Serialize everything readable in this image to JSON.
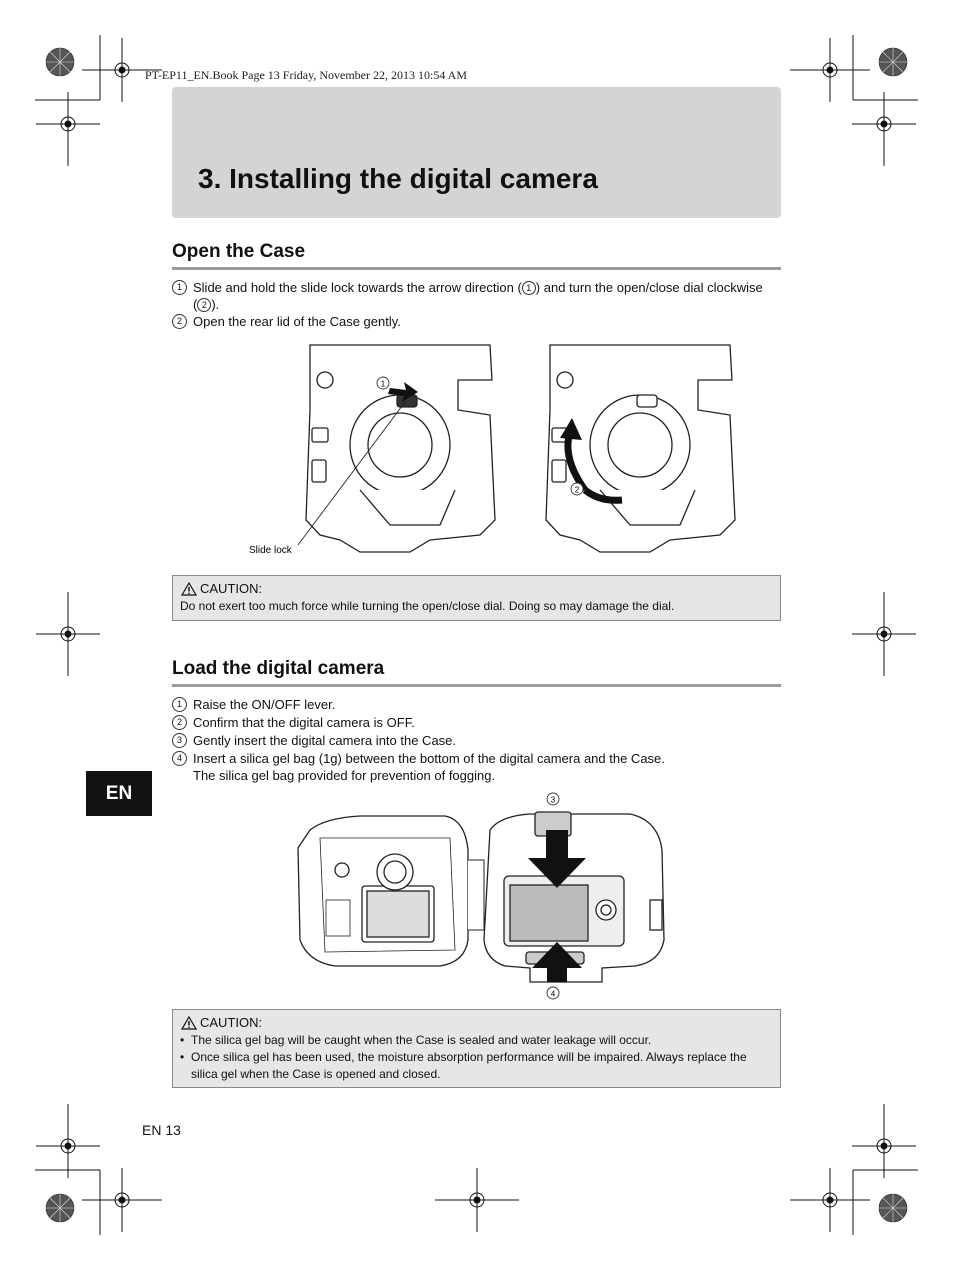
{
  "print_info": "PT-EP11_EN.Book  Page 13  Friday, November 22, 2013  10:54 AM",
  "chapter_title": "3. Installing the digital camera",
  "open_case": {
    "heading": "Open the Case",
    "steps": [
      {
        "num": "1",
        "line1_before": "Slide and hold the slide lock towards the arrow direction (",
        "ref1": "1",
        "line1_after": ") and turn the open/close dial clockwise",
        "line2_before": "(",
        "ref2": "2",
        "line2_after": ")."
      },
      {
        "num": "2",
        "text": "Open the rear lid of the Case gently."
      }
    ],
    "figure": {
      "callout_1": "1",
      "callout_2": "2",
      "slide_lock_label": "Slide lock"
    },
    "caution": {
      "label": "CAUTION:",
      "text": "Do not exert too much force while turning the open/close dial. Doing so may damage the dial."
    }
  },
  "load_camera": {
    "heading": "Load the digital camera",
    "steps": [
      {
        "num": "1",
        "text": "Raise the ON/OFF lever."
      },
      {
        "num": "2",
        "text": "Confirm that the digital camera is OFF."
      },
      {
        "num": "3",
        "text": "Gently insert the digital camera into the Case."
      },
      {
        "num": "4",
        "text": "Insert a silica gel bag (1g) between the bottom of the digital camera and the Case.",
        "text2": "The silica gel bag provided for prevention of fogging."
      }
    ],
    "figure": {
      "callout_3": "3",
      "callout_4": "4"
    },
    "caution": {
      "label": "CAUTION:",
      "bullets": [
        "The silica gel bag will be caught when the Case is sealed and water leakage will occur.",
        "Once silica gel has been used, the moisture absorption performance will be impaired. Always replace the silica gel when the Case is opened and closed."
      ]
    }
  },
  "language_tab": "EN",
  "page_number": "EN 13",
  "colors": {
    "title_band": "#d4d4d4",
    "caution_bg": "#e6e6e6",
    "tab_bg": "#111111",
    "rule": "#9a9a9a"
  }
}
